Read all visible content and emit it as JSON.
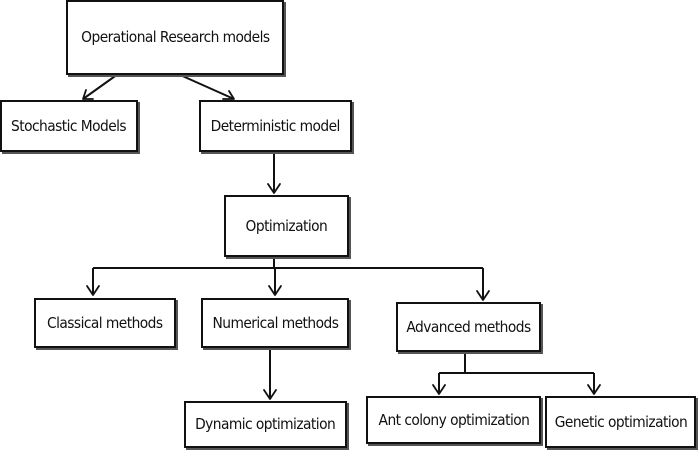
{
  "diagram": {
    "nodes": {
      "or_models": "Operational Research models",
      "stochastic": "Stochastic Models",
      "deterministic": "Deterministic model",
      "optimization": "Optimization",
      "classical": "Classical methods",
      "numerical": "Numerical methods",
      "advanced": "Advanced methods",
      "dynamic": "Dynamic optimization",
      "ant_colony": "Ant colony optimization",
      "genetic": "Genetic optimization"
    }
  }
}
